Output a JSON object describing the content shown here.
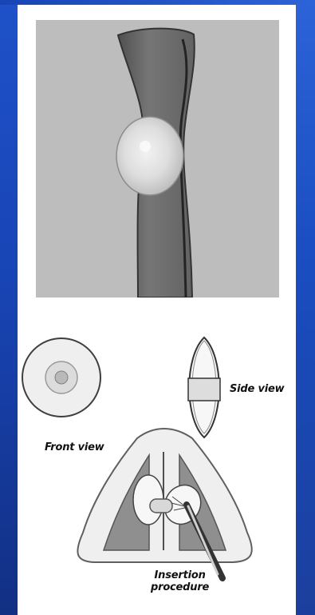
{
  "figure": {
    "captions": {
      "front_view": "Front view",
      "side_view": "Side view",
      "insertion_procedure": "Insertion\nprocedure"
    }
  },
  "colors": {
    "frame_blue": "#1f51c9",
    "photo_gray": "#b9b9b9",
    "strip_gray": "#6f6f6f",
    "tissue_gray": "#8f8f8f",
    "line_dark": "#2f2f2f"
  },
  "icons": {
    "front": "button-front-view-icon",
    "side": "button-side-view-icon",
    "tool": "insertion-tool-icon"
  }
}
